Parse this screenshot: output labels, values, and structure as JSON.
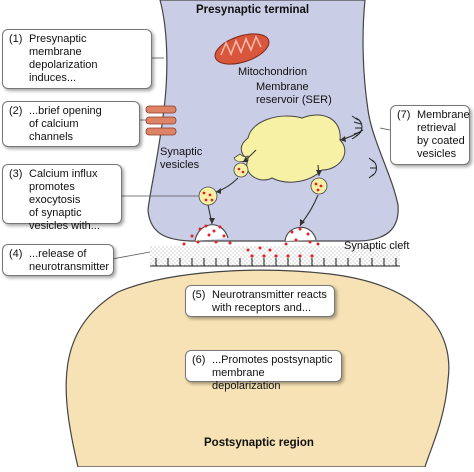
{
  "title": "Presynaptic terminal",
  "footer": "Postsynaptic region",
  "labels": {
    "mitochondrion": "Mitochondrion",
    "reservoir": "Membrane\nreservoir (SER)",
    "vesicles": "Synaptic\nvesicles",
    "cleft": "Synaptic cleft"
  },
  "steps": [
    {
      "num": "(1)",
      "text": "Presynaptic\nmembrane\ndepolarization\ninduces..."
    },
    {
      "num": "(2)",
      "text": "...brief opening\nof calcium\nchannels"
    },
    {
      "num": "(3)",
      "text": "Calcium influx\npromotes exocytosis\nof synaptic\nvesicles with..."
    },
    {
      "num": "(4)",
      "text": "...release of\nneurotransmitter"
    },
    {
      "num": "(5)",
      "text": "Neurotransmitter reacts\nwith receptors and..."
    },
    {
      "num": "(6)",
      "text": "...Promotes postsynaptic\nmembrane depolarization"
    },
    {
      "num": "(7)",
      "text": "Membrane\nretrieval\nby coated\nvesicles"
    }
  ],
  "colors": {
    "presynaptic_fill": "#c9cde6",
    "postsynaptic_fill": "#f6e2b4",
    "reservoir_fill": "#f7f1a6",
    "mitochondrion": "#d9553b",
    "neurotransmitter": "#e0202a",
    "channel": "#de8466"
  }
}
